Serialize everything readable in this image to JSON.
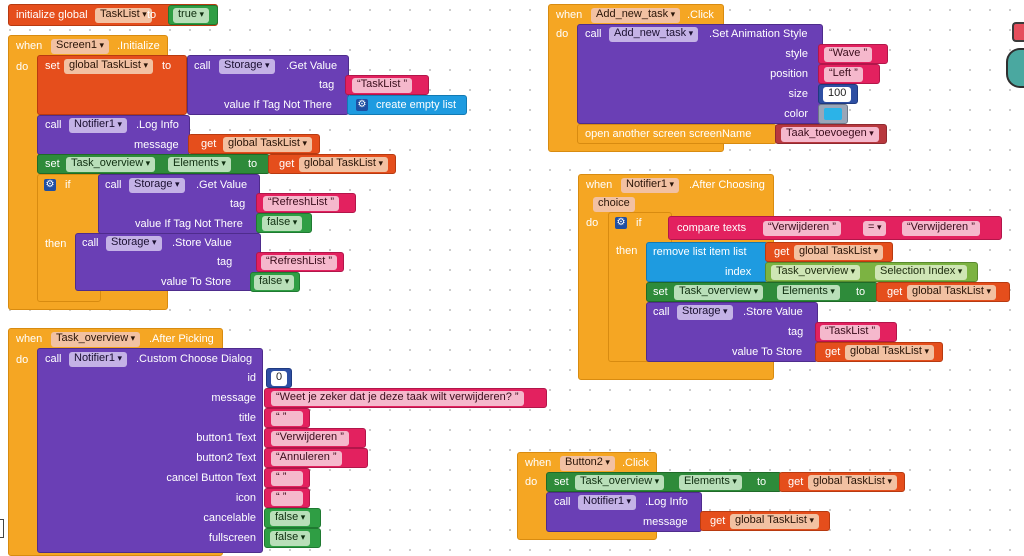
{
  "init": {
    "initialize": "initialize global",
    "name": "TaskList",
    "to": "to",
    "value": "true"
  },
  "screen1": {
    "when": "when",
    "component": "Screen1",
    "event": ".Initialize",
    "do": "do",
    "set": "set",
    "global_var": "global TaskList",
    "to": "to",
    "call": "call",
    "storage": "Storage",
    "get_value": ".Get Value",
    "tag": "tag",
    "tag_value": "TaskList",
    "value_if": "value If Tag Not There",
    "create_list": "create empty list",
    "call2": "call",
    "notifier": "Notifier1",
    "log_info": ".Log Info",
    "message": "message",
    "get": "get",
    "get_global": "global TaskList",
    "set2": "set",
    "task_overview": "Task_overview",
    "elements": "Elements",
    "to2": "to",
    "get2": "get",
    "get_global2": "global TaskList",
    "if": "if",
    "then": "then",
    "call3": "call",
    "storage3": "Storage",
    "get_value3": ".Get Value",
    "tag3": "tag",
    "refresh": "RefreshList",
    "value_if3": "value If Tag Not There",
    "false1": "false",
    "call4": "call",
    "storage4": "Storage",
    "store_value": ".Store Value",
    "tag4": "tag",
    "refresh2": "RefreshList",
    "value_to_store": "value To Store",
    "false2": "false"
  },
  "after_picking": {
    "when": "when",
    "component": "Task_overview",
    "event": ".After Picking",
    "do": "do",
    "call": "call",
    "notifier": "Notifier1",
    "method": ".Custom Choose Dialog",
    "id_label": "id",
    "id_value": "0",
    "message_label": "message",
    "message_value": "Weet je zeker dat je deze taak wilt verwijderen?",
    "title_label": "title",
    "title_value": "",
    "b1_label": "button1 Text",
    "b1_value": "Verwijderen",
    "b2_label": "button2 Text",
    "b2_value": "Annuleren",
    "cancel_label": "cancel Button Text",
    "cancel_value": "",
    "icon_label": "icon",
    "icon_value": "",
    "cancelable_label": "cancelable",
    "cancelable_value": "false",
    "fullscreen_label": "fullscreen",
    "fullscreen_value": "false"
  },
  "add_task": {
    "when": "when",
    "component": "Add_new_task",
    "event": ".Click",
    "do": "do",
    "call": "call",
    "target": "Add_new_task",
    "method": ".Set Animation Style",
    "style_label": "style",
    "style_value": "Wave",
    "position_label": "position",
    "position_value": "Left",
    "size_label": "size",
    "size_value": "100",
    "color_label": "color",
    "open_screen": "open another screen  screenName",
    "screen_name": "Taak_toevoegen"
  },
  "after_choosing": {
    "when": "when",
    "component": "Notifier1",
    "event": ".After Choosing",
    "param": "choice",
    "do": "do",
    "if": "if",
    "compare": "compare texts",
    "left": "Verwijderen",
    "op": "=",
    "right": "Verwijderen",
    "then": "then",
    "remove": "remove list item  list",
    "get": "get",
    "get_global": "global TaskList",
    "index_label": "index",
    "task_overview": "Task_overview",
    "selection_index": "Selection Index",
    "set": "set",
    "task_overview2": "Task_overview",
    "elements": "Elements",
    "to": "to",
    "get2": "get",
    "get_global2": "global TaskList",
    "call": "call",
    "storage": "Storage",
    "store_value": ".Store Value",
    "tag": "tag",
    "tag_value": "TaskList",
    "value_to_store": "value To Store",
    "get3": "get",
    "get_global3": "global TaskList"
  },
  "button2": {
    "when": "when",
    "component": "Button2",
    "event": ".Click",
    "do": "do",
    "set": "set",
    "task_overview": "Task_overview",
    "elements": "Elements",
    "to": "to",
    "get": "get",
    "get_global": "global TaskList",
    "call": "call",
    "notifier": "Notifier1",
    "log_info": ".Log Info",
    "message": "message",
    "get2": "get",
    "get_global2": "global TaskList"
  },
  "colors": {
    "event": "#F5A623",
    "component": "#6A3FB5",
    "setter": "#2E8B3A",
    "variable": "#E54E1C",
    "text": "#E3215F",
    "logic": "#2F9E44",
    "list": "#1E9BE0",
    "number": "#2E4FA3",
    "color_swatch": "#2BB3E8"
  }
}
